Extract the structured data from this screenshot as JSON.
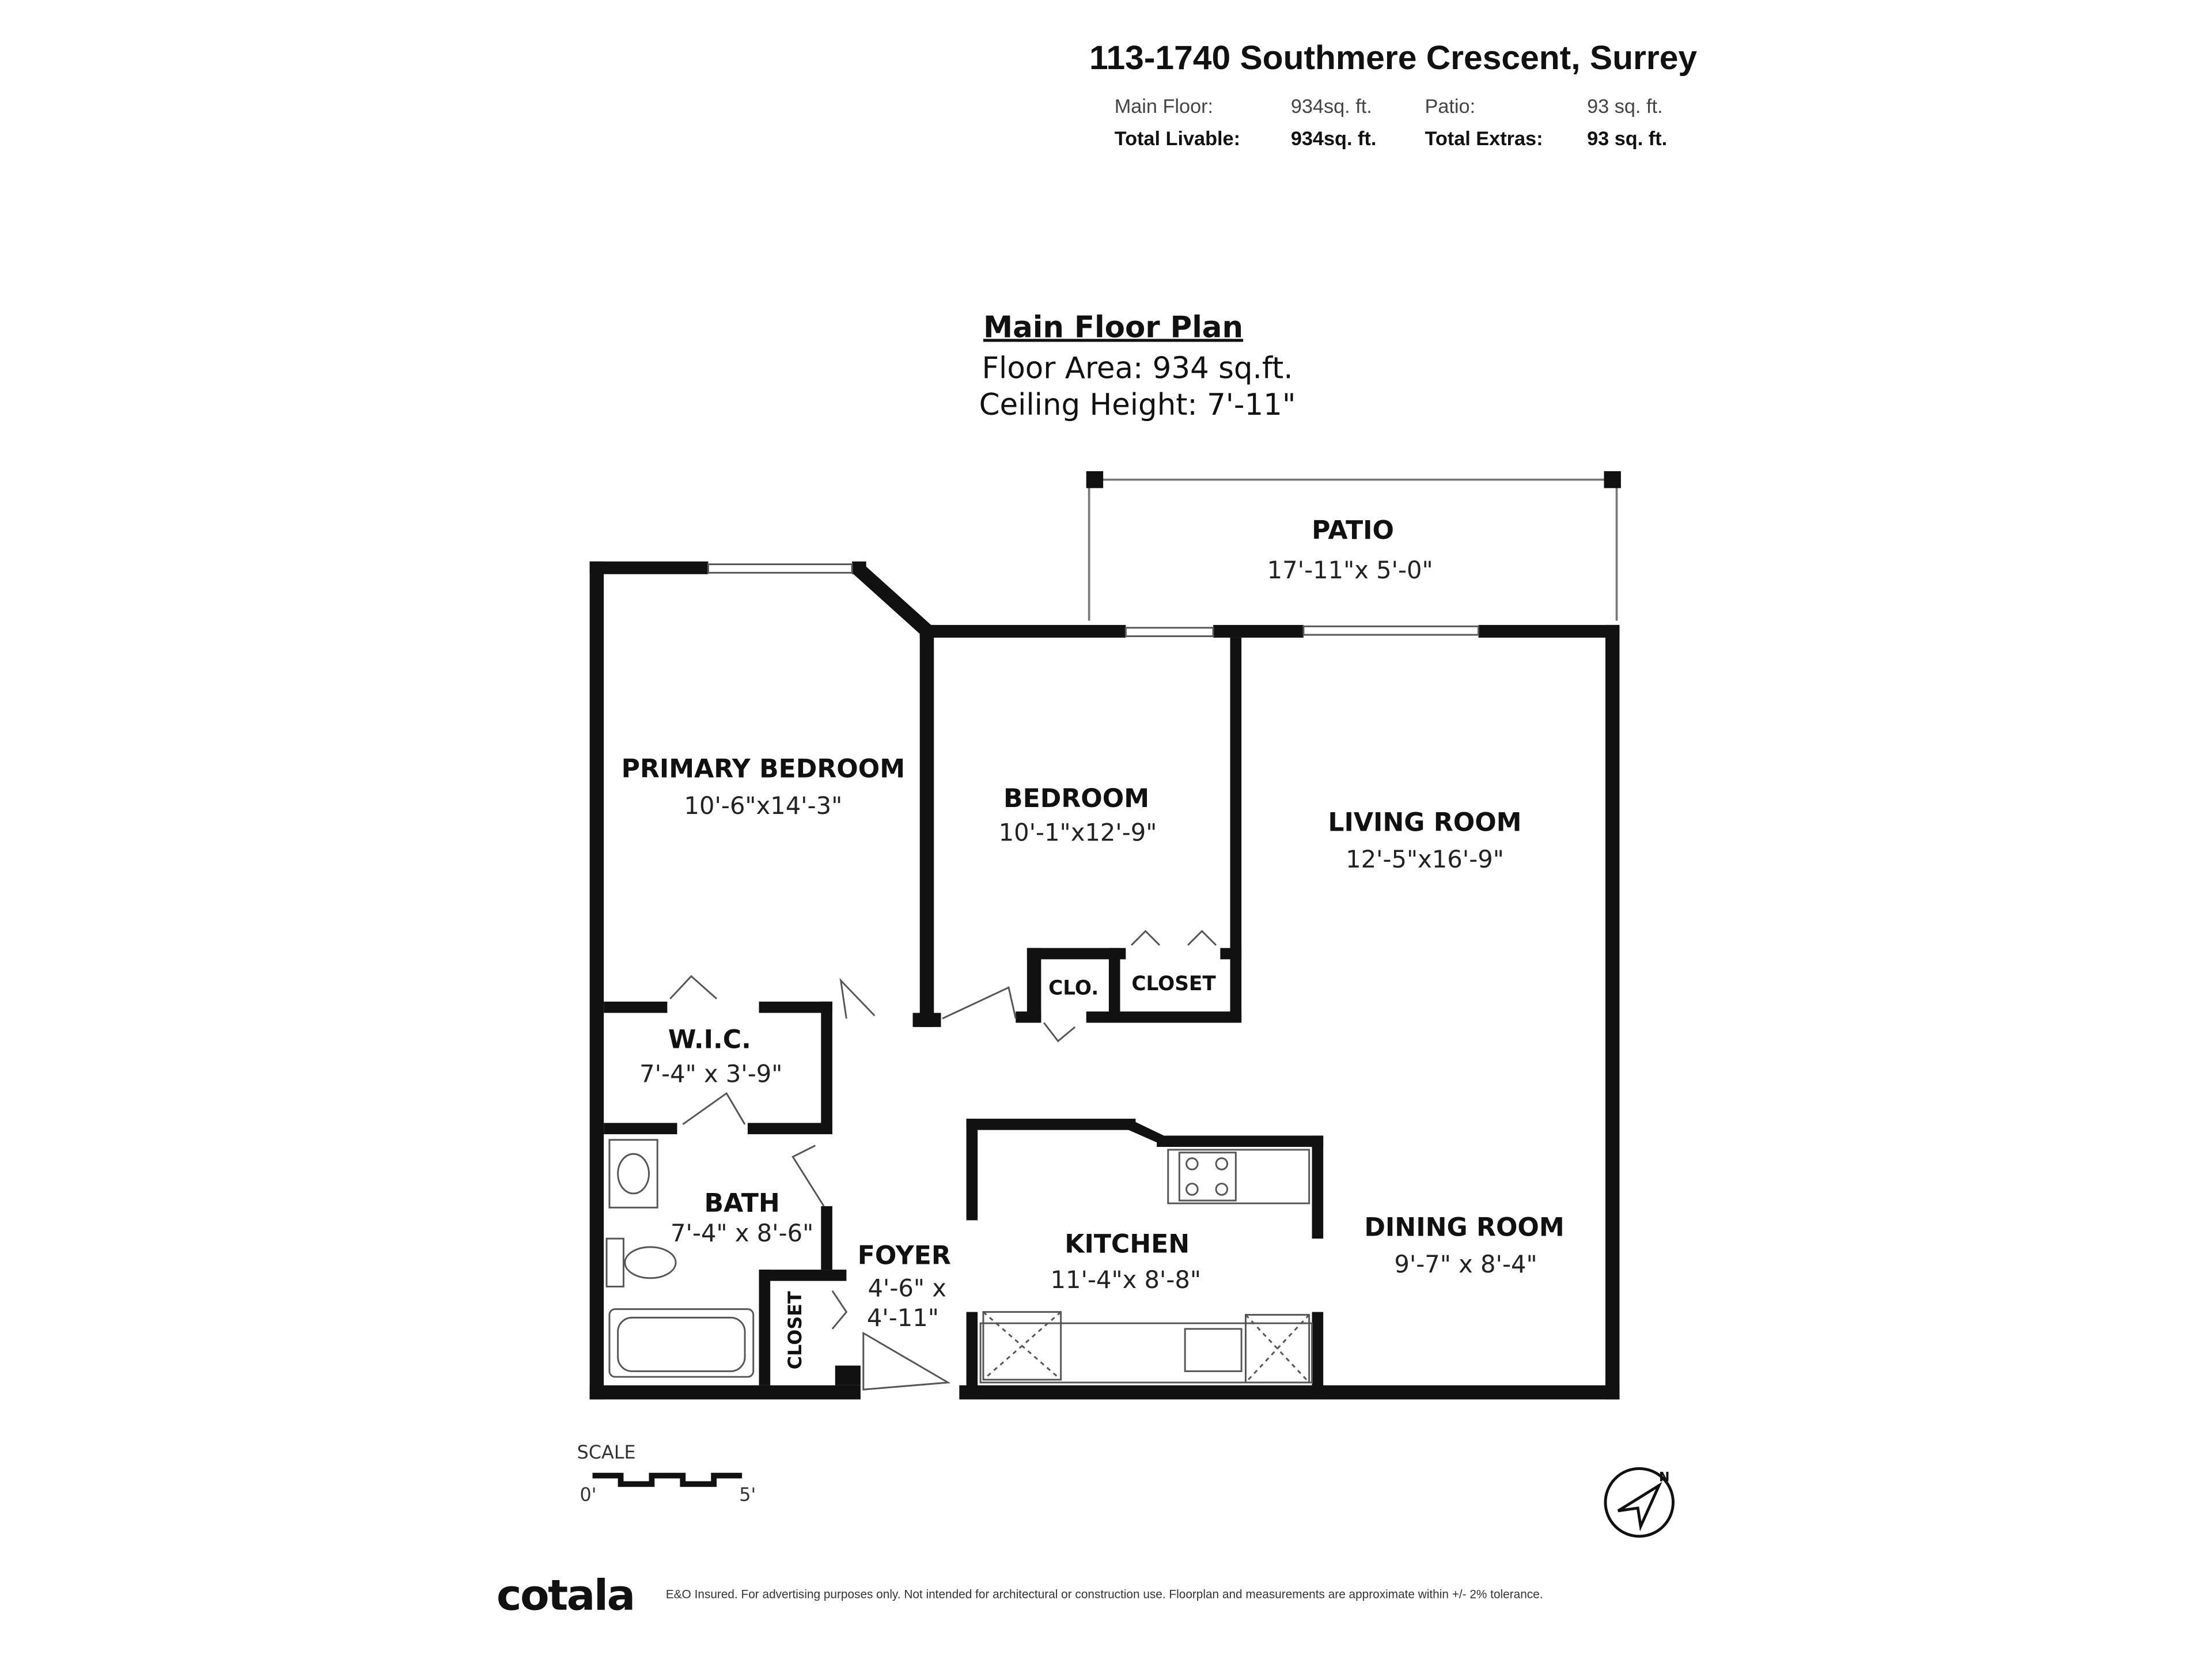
{
  "header": {
    "address": "113-1740 Southmere Crescent, Surrey",
    "main_floor_label": "Main Floor:",
    "main_floor_value": "934sq. ft.",
    "patio_label": "Patio:",
    "patio_value": "93 sq. ft.",
    "total_livable_label": "Total Livable:",
    "total_livable_value": "934sq. ft.",
    "total_extras_label": "Total Extras:",
    "total_extras_value": "93 sq. ft."
  },
  "plan": {
    "title": "Main Floor Plan",
    "floor_area": "Floor Area: 934 sq.ft.",
    "ceiling_height": "Ceiling Height: 7'-11\""
  },
  "rooms": {
    "patio": {
      "name": "PATIO",
      "dims": "17'-11\"x 5'-0\""
    },
    "primary_bedroom": {
      "name": "PRIMARY BEDROOM",
      "dims": "10'-6\"x14'-3\""
    },
    "bedroom": {
      "name": "BEDROOM",
      "dims": "10'-1\"x12'-9\""
    },
    "living_room": {
      "name": "LIVING ROOM",
      "dims": "12'-5\"x16'-9\""
    },
    "clo": {
      "name": "CLO."
    },
    "closet": {
      "name": "CLOSET"
    },
    "wic": {
      "name": "W.I.C.",
      "dims": "7'-4\" x 3'-9\""
    },
    "bath": {
      "name": "BATH",
      "dims": "7'-4\" x 8'-6\""
    },
    "foyer": {
      "name": "FOYER",
      "dims1": "4'-6\" x",
      "dims2": "4'-11\""
    },
    "foyer_closet": {
      "name": "CLOSET"
    },
    "kitchen": {
      "name": "KITCHEN",
      "dims": "11'-4\"x 8'-8\""
    },
    "dining_room": {
      "name": "DINING ROOM",
      "dims": "9'-7\" x 8'-4\""
    }
  },
  "scale": {
    "label": "SCALE",
    "start": "0'",
    "end": "5'"
  },
  "compass": {
    "north": "N"
  },
  "footer": {
    "logo": "cotala",
    "disclaimer": "E&O Insured. For advertising purposes only. Not intended for architectural or construction use. Floorplan and measurements are approximate within +/- 2% tolerance."
  }
}
